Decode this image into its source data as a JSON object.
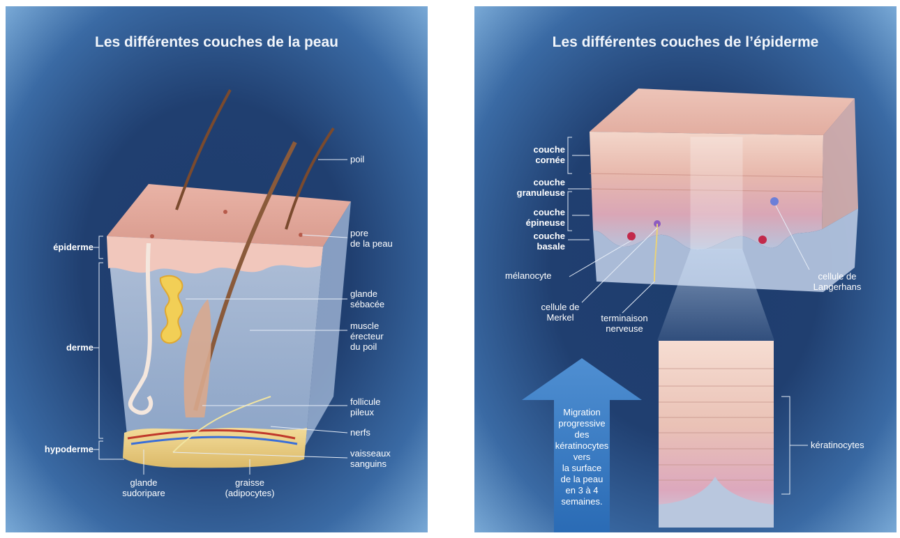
{
  "left": {
    "title": "Les différentes couches de la peau",
    "labels": {
      "epiderme": "épiderme",
      "derme": "derme",
      "hypoderme": "hypoderme",
      "poil": "poil",
      "pore": "pore\nde la peau",
      "glande_sebacee": "glande\nsébacée",
      "muscle": "muscle\nérecteur\ndu poil",
      "follicule": "follicule\npileux",
      "nerfs": "nerfs",
      "vaisseaux": "vaisseaux\nsanguins",
      "glande_sudoripare": "glande\nsudoripare",
      "graisse": "graisse\n(adipocytes)"
    }
  },
  "right": {
    "title": "Les différentes couches de l’épiderme",
    "labels": {
      "cornee": "couche\ncornée",
      "granuleuse": "couche\ngranuleuse",
      "epineuse": "couche\népineuse",
      "basale": "couche\nbasale",
      "melanocyte": "mélanocyte",
      "merkel": "cellule de\nMerkel",
      "terminaison": "terminaison\nnerveuse",
      "langerhans": "cellule de\nLangerhans",
      "keratinocytes": "kératinocytes"
    },
    "migration": "Migration\nprogressive\ndes\nkératinocytes\nvers\nla surface\nde la peau\nen 3 à 4\nsemaines."
  }
}
